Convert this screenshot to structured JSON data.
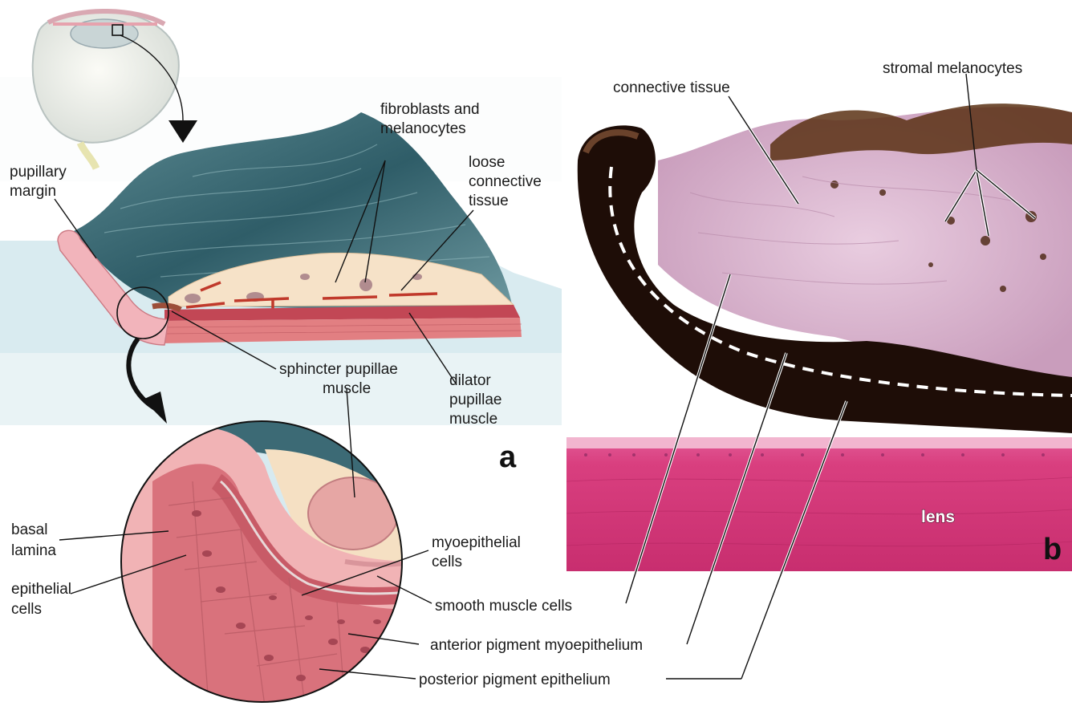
{
  "panels": {
    "a": "a",
    "b": "b"
  },
  "labels": {
    "fibroblasts_line1": "fibroblasts and",
    "fibroblasts_line2": "melanocytes",
    "loose_line1": "loose",
    "loose_line2": "connective",
    "loose_line3": "tissue",
    "pupillary_line1": "pupillary",
    "pupillary_line2": "margin",
    "sphincter_line1": "sphincter pupillae",
    "sphincter_line2": "muscle",
    "dilator_line1": "dilator",
    "dilator_line2": "pupillae",
    "dilator_line3": "muscle",
    "basal_line1": "basal",
    "basal_line2": "lamina",
    "epithelial_line1": "epithelial",
    "epithelial_line2": "cells",
    "myo_line1": "myoepithelial",
    "myo_line2": "cells",
    "smooth_muscle": "smooth muscle cells",
    "anterior_pigment": "anterior pigment myoepithelium",
    "posterior_pigment": "posterior pigment epithelium",
    "connective_tissue": "connective tissue",
    "stromal_melanocytes": "stromal melanocytes",
    "lens": "lens"
  },
  "colors": {
    "iris_stroma_blue": "#3f6e78",
    "epithelium_pink": "#d86a72",
    "pigment_dark": "#1e0d07",
    "he_pink": "#d5397a",
    "stroma_lavender": "#dcb7d2"
  }
}
